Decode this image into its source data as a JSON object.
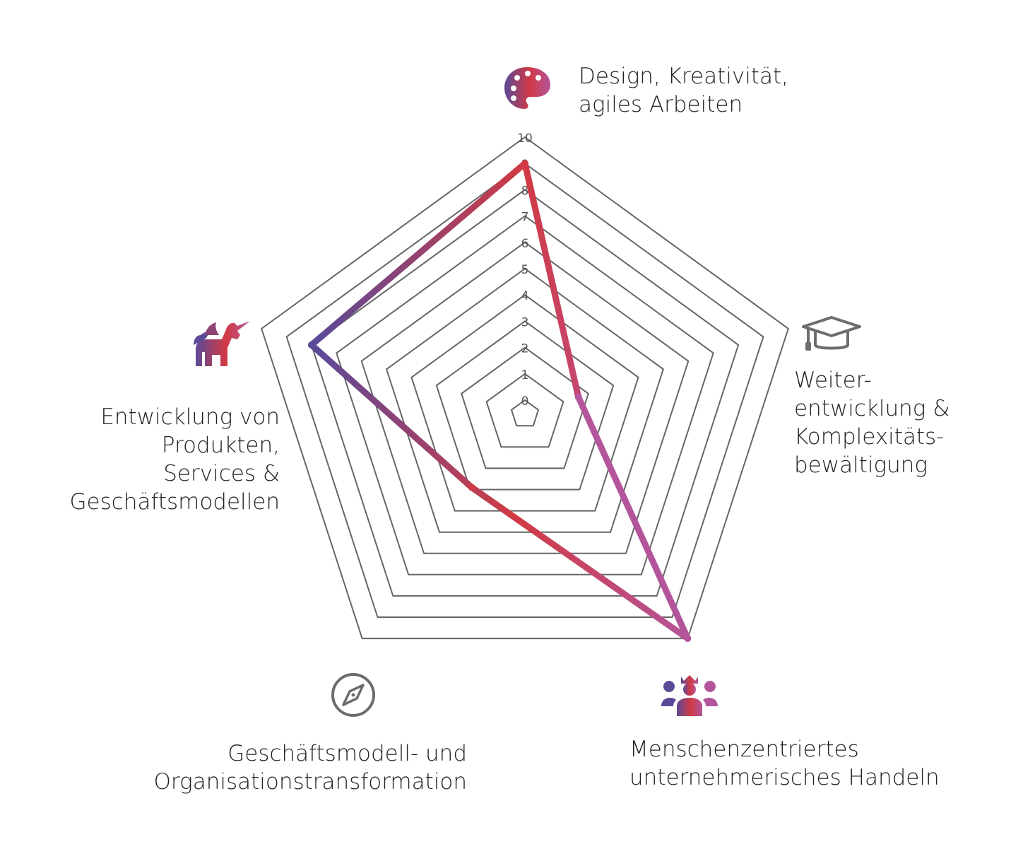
{
  "chart_data": {
    "type": "radar",
    "axes": [
      {
        "id": "design",
        "label_lines": [
          "Design, Kreativität,",
          "agiles Arbeiten"
        ],
        "value": 9,
        "icon": "palette-icon"
      },
      {
        "id": "weiterentwicklung",
        "label_lines": [
          "Weiter-",
          "entwicklung &",
          "Komplexitäts-",
          "bewältigung"
        ],
        "value": 1.6,
        "icon": "graduation-cap-icon"
      },
      {
        "id": "menschen",
        "label_lines": [
          "Menschenzentriertes",
          "unternehmerisches Handeln"
        ],
        "value": 10,
        "icon": "team-icon"
      },
      {
        "id": "transformation",
        "label_lines": [
          "Geschäftsmodell- und",
          "Organisationstransformation"
        ],
        "value": 2.9,
        "icon": "compass-icon"
      },
      {
        "id": "entwicklung",
        "label_lines": [
          "Entwicklung von",
          "Produkten,",
          "Services &",
          "Geschäftsmodellen"
        ],
        "value": 8,
        "icon": "unicorn-icon"
      }
    ],
    "scale": {
      "min": 0,
      "max": 10,
      "ticks": [
        "0",
        "1",
        "2",
        "3",
        "4",
        "5",
        "6",
        "7",
        "8",
        "9",
        "10"
      ]
    },
    "colors": {
      "grid": "#666666",
      "purple": "#5b4a98",
      "red": "#d13a44",
      "pink": "#b4559c",
      "tick": "#555555",
      "icon_grey": "#6d6d6d"
    }
  }
}
